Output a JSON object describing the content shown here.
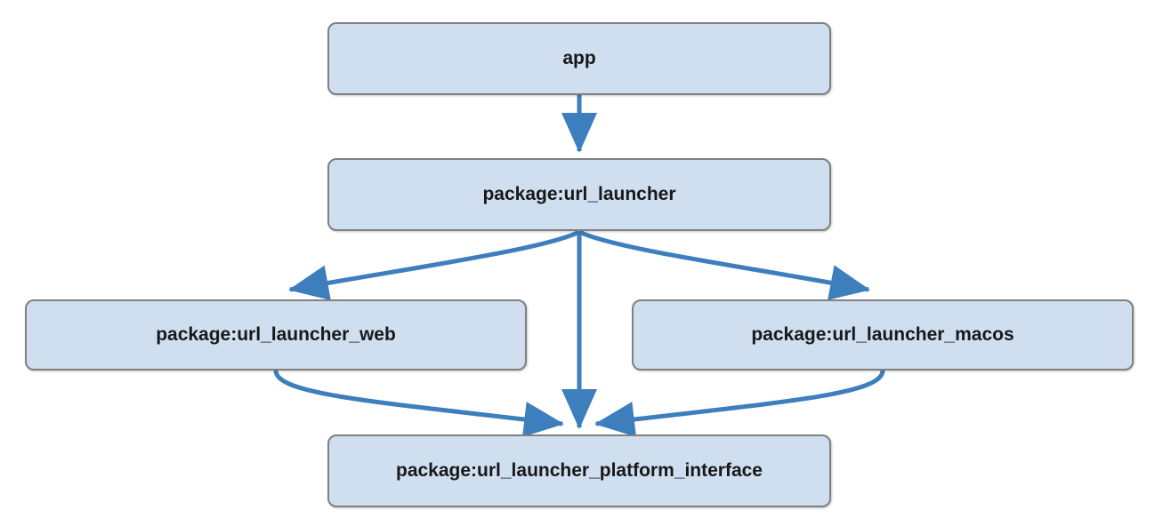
{
  "diagram": {
    "type": "dependency-graph",
    "title": "",
    "colors": {
      "node_fill": "#cfdff0",
      "node_border": "#808080",
      "edge": "#3d7ebd",
      "text": "#181818",
      "background": "#ffffff"
    },
    "nodes": [
      {
        "id": "app",
        "label": "app"
      },
      {
        "id": "launcher",
        "label": "package:url_launcher"
      },
      {
        "id": "web",
        "label": "package:url_launcher_web"
      },
      {
        "id": "macos",
        "label": "package:url_launcher_macos"
      },
      {
        "id": "platform",
        "label": "package:url_launcher_platform_interface"
      }
    ],
    "edges": [
      {
        "from": "app",
        "to": "launcher",
        "style": "straight",
        "arrow": "end"
      },
      {
        "from": "launcher",
        "to": "web",
        "style": "curved",
        "arrow": "end"
      },
      {
        "from": "launcher",
        "to": "macos",
        "style": "curved",
        "arrow": "end"
      },
      {
        "from": "launcher",
        "to": "platform",
        "style": "straight",
        "arrow": "end"
      },
      {
        "from": "web",
        "to": "platform",
        "style": "curved",
        "arrow": "end"
      },
      {
        "from": "macos",
        "to": "platform",
        "style": "curved",
        "arrow": "end"
      }
    ]
  }
}
